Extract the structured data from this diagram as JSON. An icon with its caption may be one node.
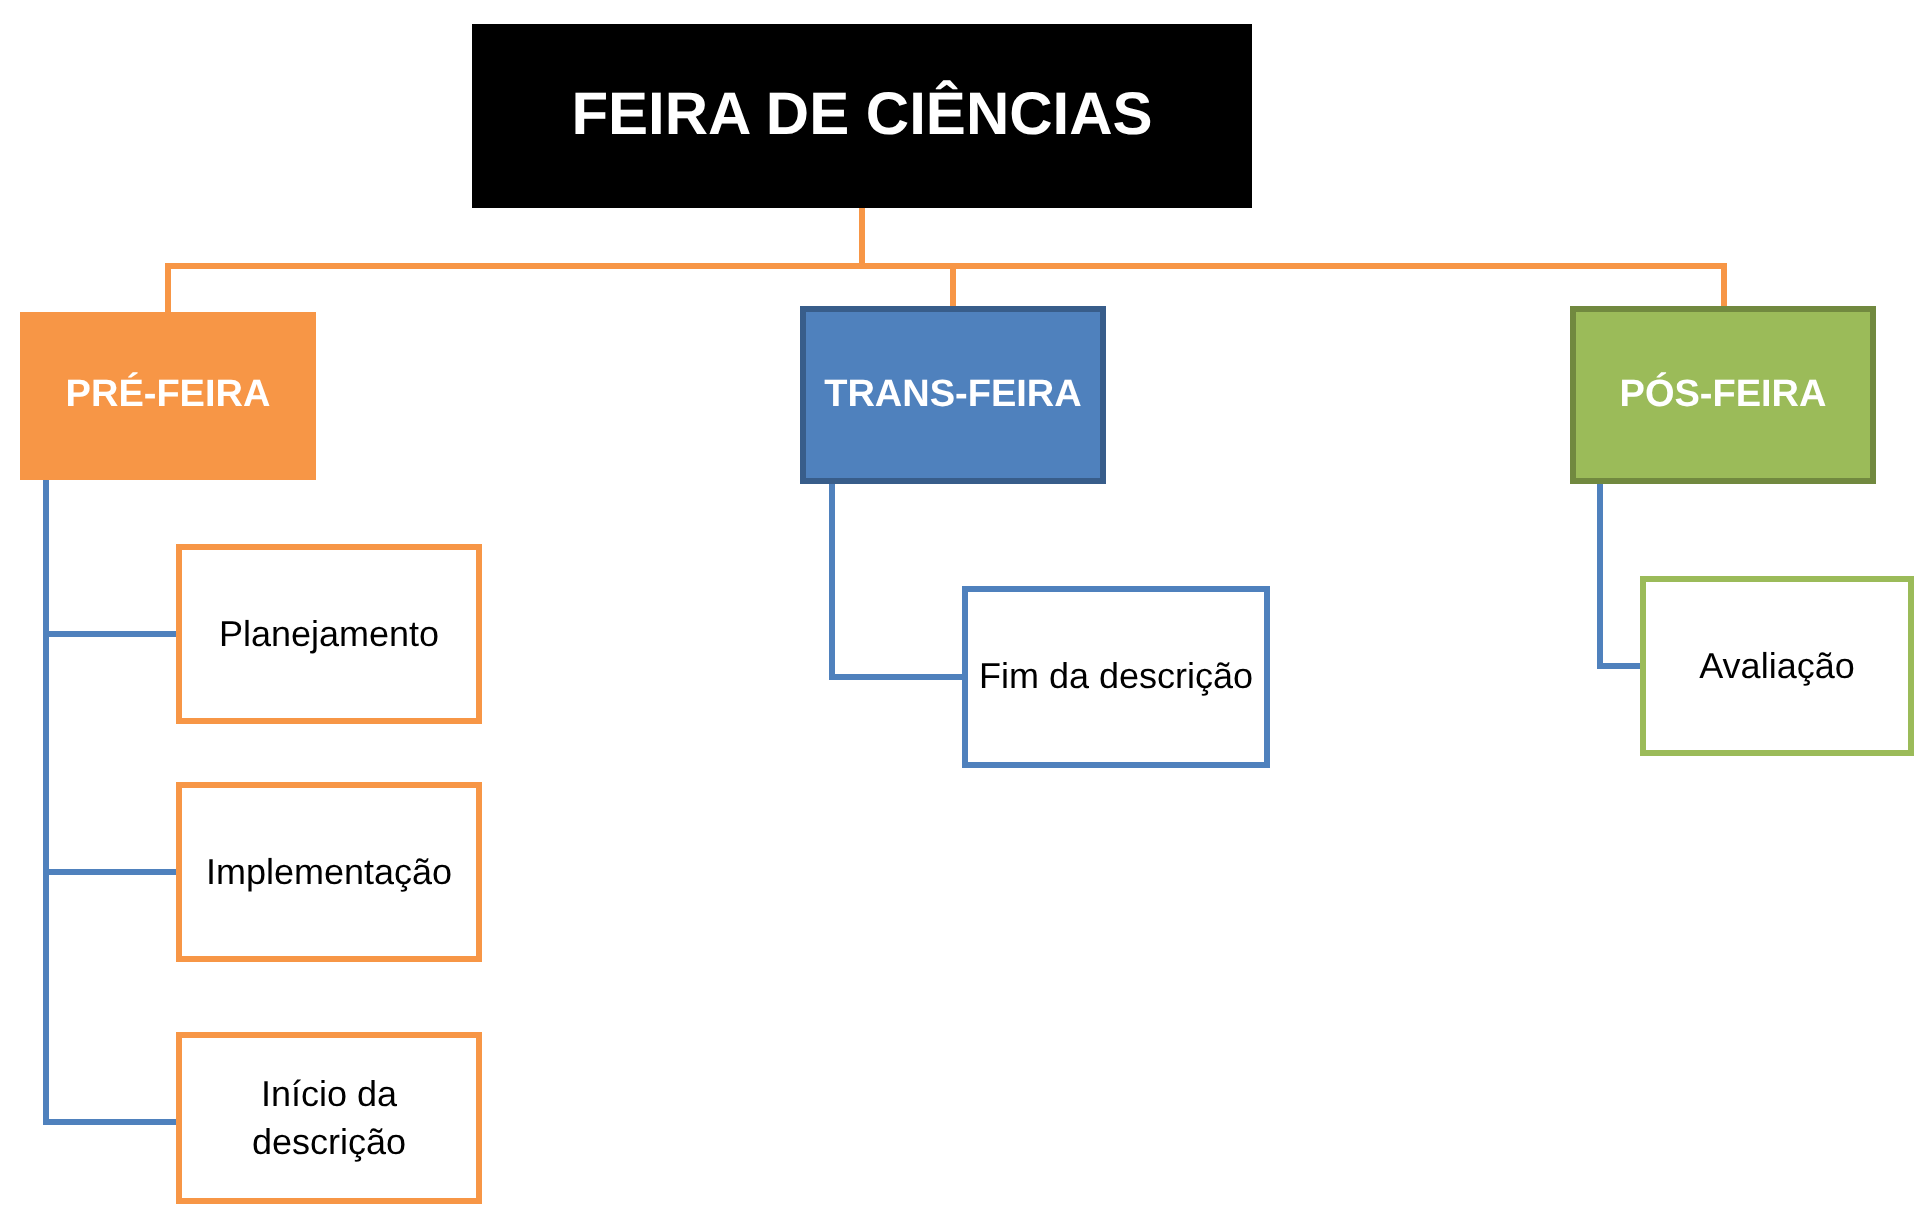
{
  "diagram": {
    "nodes": [
      {
        "text": [
          "FEIRA DE CIÊNCIAS"
        ]
      },
      {
        "text": [
          "PRÉ-FEIRA"
        ]
      },
      {
        "text": [
          "TRANS-FEIRA"
        ]
      },
      {
        "text": [
          "PÓS-FEIRA"
        ]
      },
      {
        "text": [
          "Planejamento"
        ]
      },
      {
        "text": [
          "Implementação"
        ]
      },
      {
        "text": [
          "Início da descrição"
        ]
      },
      {
        "text": [
          "Fim da descrição"
        ]
      },
      {
        "text": [
          "Avaliação"
        ]
      }
    ],
    "edges": [
      {
        "from": 0,
        "to": 1,
        "arrow": "none",
        "color": "#f79646"
      },
      {
        "from": 0,
        "to": 2,
        "arrow": "none",
        "color": "#f79646"
      },
      {
        "from": 0,
        "to": 3,
        "arrow": "none",
        "color": "#f79646"
      },
      {
        "from": 1,
        "to": 4,
        "arrow": "none"
      },
      {
        "from": 1,
        "to": 5,
        "arrow": "none"
      },
      {
        "from": 1,
        "to": 6,
        "arrow": "none"
      },
      {
        "from": 2,
        "to": 7,
        "arrow": "none"
      },
      {
        "from": 3,
        "to": 8,
        "arrow": "none"
      }
    ]
  }
}
